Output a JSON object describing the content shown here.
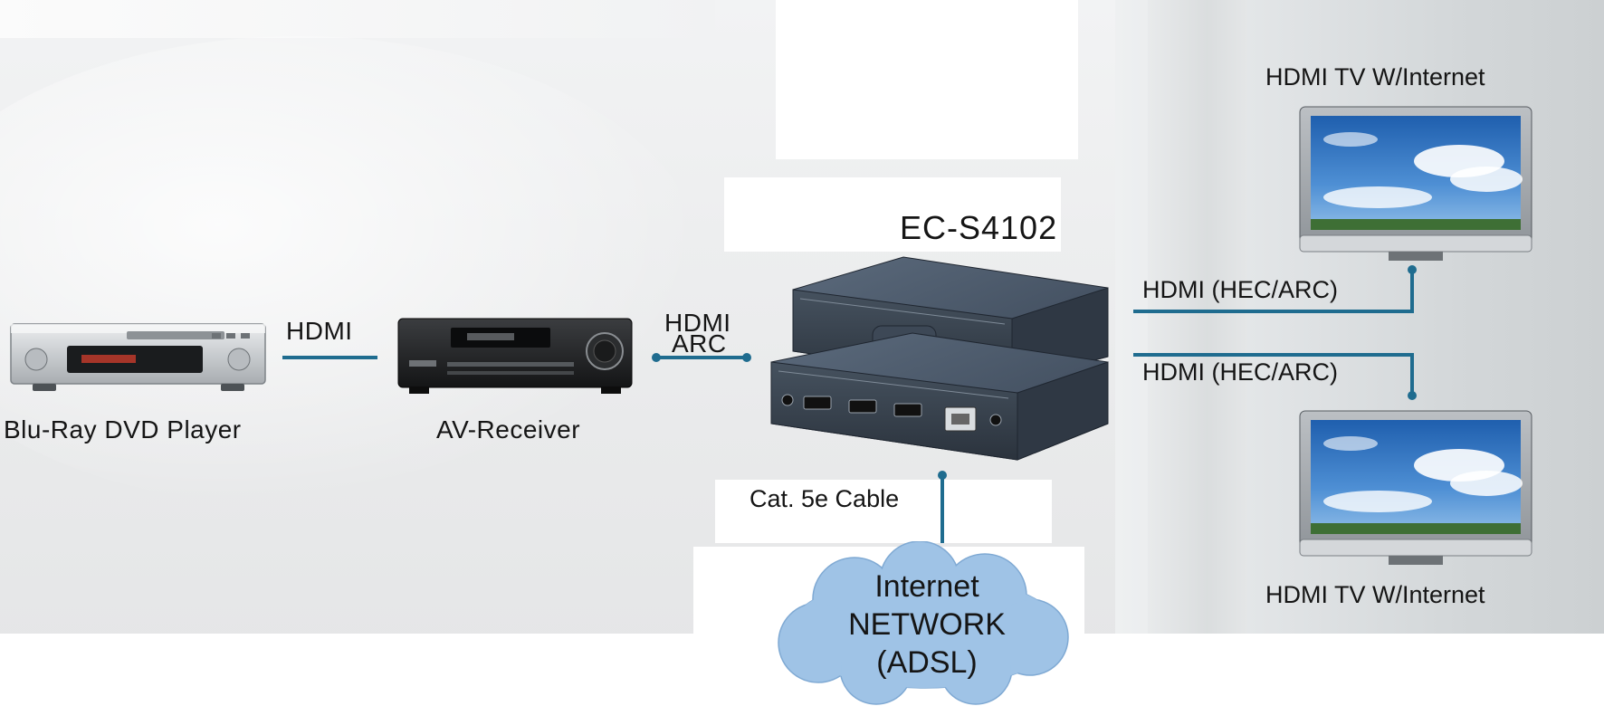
{
  "devices": {
    "dvd_label": "Blu-Ray DVD Player",
    "receiver_label": "AV-Receiver",
    "extender_model": "EC-S4102",
    "tv_top_label": "HDMI  TV  W/Internet",
    "tv_bottom_label": "HDMI  TV  W/Internet"
  },
  "connections": {
    "dvd_to_receiver": "HDMI",
    "receiver_to_extender_line1": "HDMI",
    "receiver_to_extender_line2": "ARC",
    "extender_to_tv_top": "HDMI (HEC/ARC)",
    "extender_to_tv_bottom": "HDMI (HEC/ARC)",
    "extender_to_network": "Cat. 5e Cable"
  },
  "network": {
    "line1": "Internet",
    "line2": "NETWORK",
    "line3": "(ADSL)"
  },
  "colors": {
    "cable": "#1f6c8f",
    "cloud": "#9fc3e6"
  }
}
